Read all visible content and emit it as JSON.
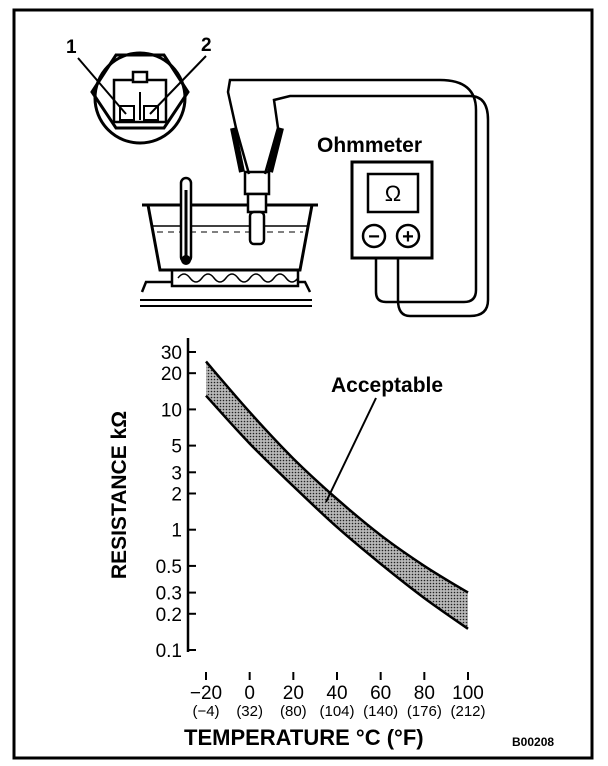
{
  "diagram": {
    "callout_1": "1",
    "callout_2": "2",
    "meter_label": "Ohmmeter",
    "meter_symbol": "Ω",
    "minus_symbol": "−",
    "plus_symbol": "+",
    "figure_code": "B00208"
  },
  "chart_data": {
    "type": "area",
    "ylabel": "RESISTANCE kΩ",
    "xlabel": "TEMPERATURE °C (°F)",
    "annotation": "Acceptable",
    "y_scale": "log",
    "ylim": [
      0.1,
      30
    ],
    "xlim": [
      -20,
      100
    ],
    "y_ticks": [
      {
        "v": 30,
        "label": "30"
      },
      {
        "v": 20,
        "label": "20"
      },
      {
        "v": 10,
        "label": "10"
      },
      {
        "v": 5,
        "label": "5"
      },
      {
        "v": 3,
        "label": "3"
      },
      {
        "v": 2,
        "label": "2"
      },
      {
        "v": 1,
        "label": "1"
      },
      {
        "v": 0.5,
        "label": "0.5"
      },
      {
        "v": 0.3,
        "label": "0.3"
      },
      {
        "v": 0.2,
        "label": "0.2"
      },
      {
        "v": 0.1,
        "label": "0.1"
      }
    ],
    "x_ticks": [
      {
        "v": -20,
        "label": "−20",
        "f": "(−4)"
      },
      {
        "v": 0,
        "label": "0",
        "f": "(32)"
      },
      {
        "v": 20,
        "label": "20",
        "f": "(80)"
      },
      {
        "v": 40,
        "label": "40",
        "f": "(104)"
      },
      {
        "v": 60,
        "label": "60",
        "f": "(140)"
      },
      {
        "v": 80,
        "label": "80",
        "f": "(176)"
      },
      {
        "v": 100,
        "label": "100",
        "f": "(212)"
      }
    ],
    "band": {
      "x": [
        -20,
        0,
        20,
        40,
        60,
        80,
        100
      ],
      "upper": [
        25,
        9.5,
        3.9,
        1.8,
        0.9,
        0.5,
        0.3
      ],
      "lower": [
        13,
        5.2,
        2.3,
        1.05,
        0.52,
        0.27,
        0.15
      ]
    }
  }
}
